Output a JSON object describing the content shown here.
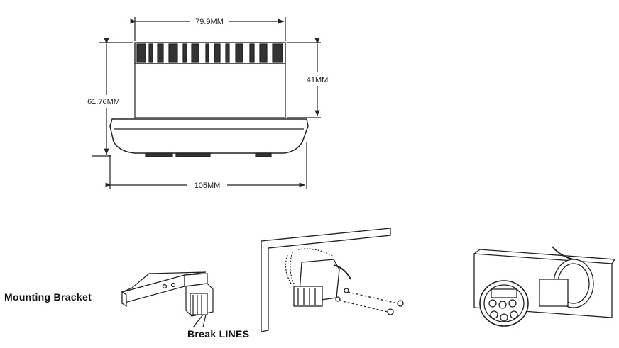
{
  "drawing": {
    "dimensions": {
      "width_top": "79.9MM",
      "height_body": "41MM",
      "height_total": "61.76MM",
      "width_bezel": "105MM"
    },
    "labels": {
      "mounting_bracket": "Mounting Bracket",
      "break_lines": "Break LINES"
    }
  }
}
